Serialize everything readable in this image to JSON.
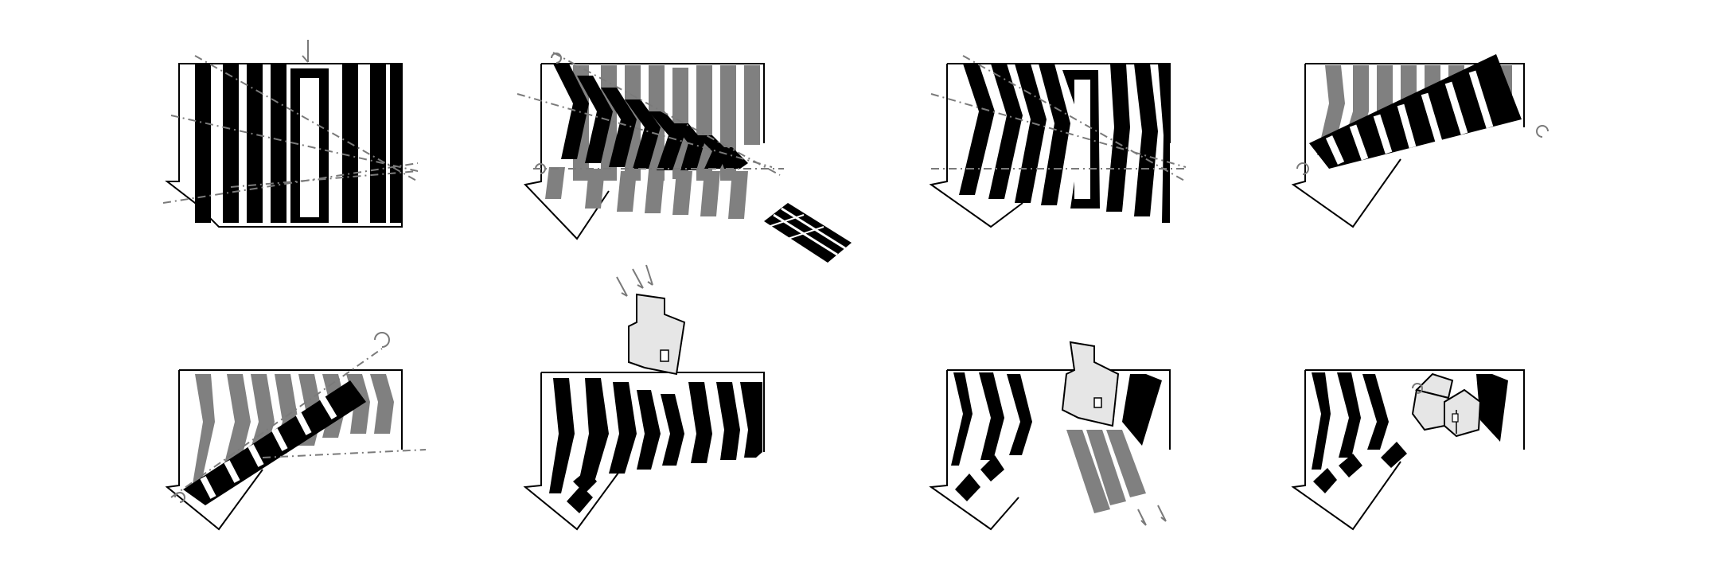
{
  "diagram": {
    "panel_count": 8,
    "colors": {
      "stripe_primary": "#000000",
      "stripe_secondary": "#808080",
      "guide_line": "#7a7a7a",
      "volume_fill": "#e6e6e6",
      "background": "#ffffff"
    },
    "panels": [
      {
        "id": 1,
        "icons": [
          "down-arrow-icon",
          "dashed-guide-lines"
        ]
      },
      {
        "id": 2,
        "icons": [
          "rotate-icon",
          "dashed-guide-lines",
          "folded-stripes-icon"
        ]
      },
      {
        "id": 3,
        "icons": [
          "dashed-guide-lines"
        ]
      },
      {
        "id": 4,
        "icons": [
          "rotate-icon",
          "rotate-icon"
        ]
      },
      {
        "id": 5,
        "icons": [
          "rotate-icon",
          "dashed-guide-lines"
        ]
      },
      {
        "id": 6,
        "icons": [
          "down-arrows-icon",
          "dotted-volume-icon"
        ]
      },
      {
        "id": 7,
        "icons": [
          "dotted-volume-icon",
          "down-arrows-icon"
        ]
      },
      {
        "id": 8,
        "icons": [
          "rotate-icon",
          "dotted-volume-3d-icon"
        ]
      }
    ]
  }
}
